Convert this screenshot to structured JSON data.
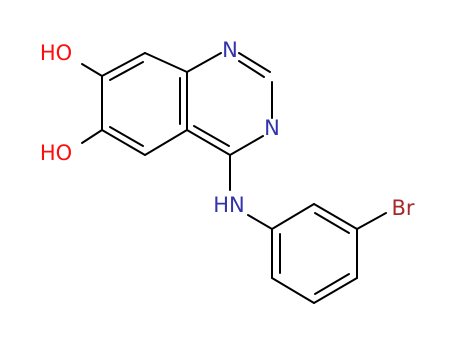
{
  "colors": {
    "background": "#ffffff",
    "bond": "#000000",
    "oxygen": "#ff0d0d",
    "nitrogen": "#3333aa",
    "bromine": "#a62929"
  },
  "labels": {
    "hydroxyl_top": "HO",
    "hydroxyl_bottom": "HO",
    "ring_nitrogen_top": "N",
    "ring_nitrogen_right": "N",
    "amine": "HN",
    "bromine": "Br"
  }
}
